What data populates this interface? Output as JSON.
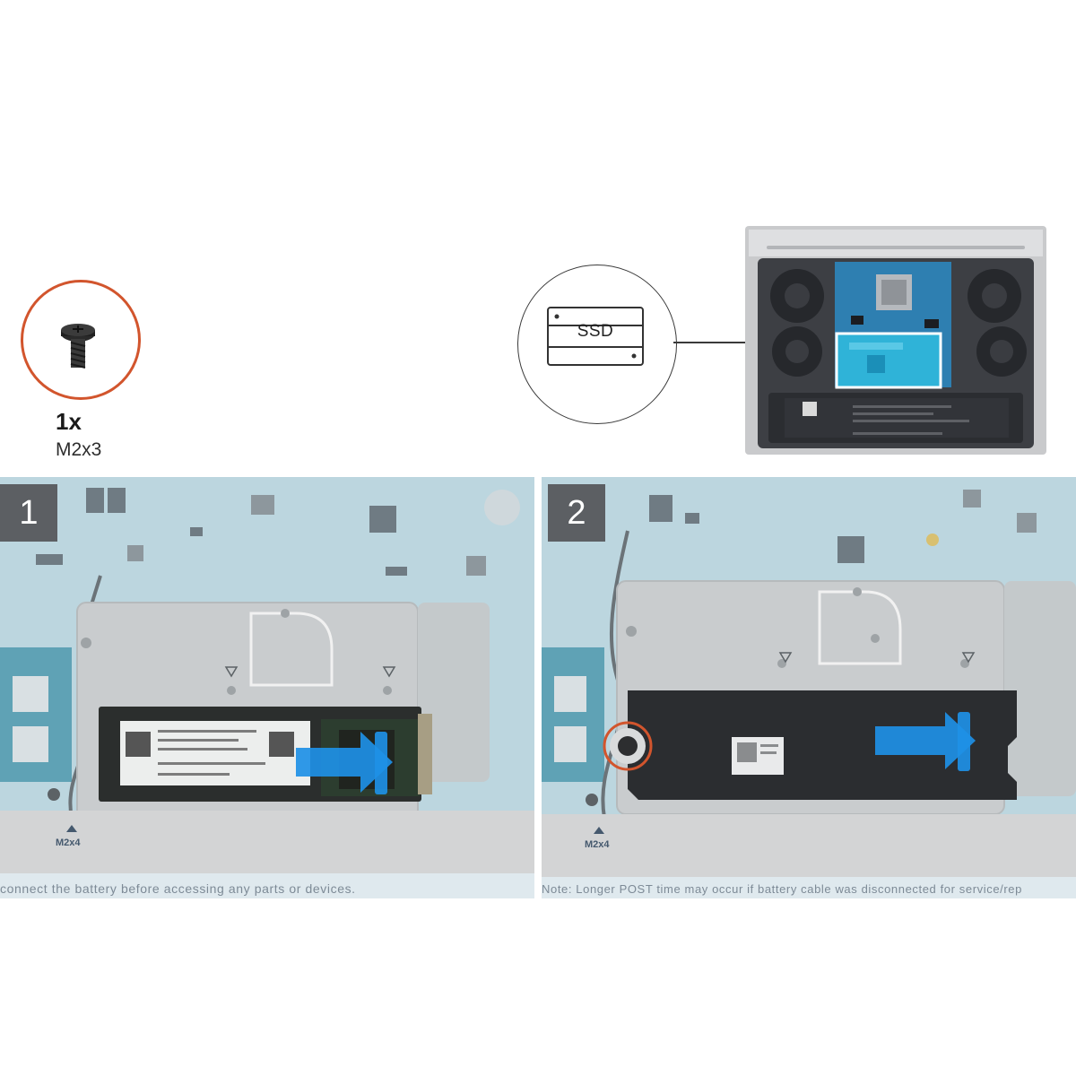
{
  "screw_legend": {
    "count": "1x",
    "size": "M2x3",
    "ring_color": "#d2552d",
    "icon": "screw-icon"
  },
  "overview": {
    "callout_label": "SSD",
    "callout_icon": "ssd-drive-icon",
    "highlight_color": "#2fb3d8"
  },
  "steps": [
    {
      "number": "1",
      "screw_label": "M2x4",
      "note": "connect the battery before accessing any parts or devices.",
      "arrow_color": "#1e90e6"
    },
    {
      "number": "2",
      "screw_label": "M2x4",
      "note": "Note: Longer POST time may occur if battery cable was disconnected for service/rep",
      "arrow_color": "#1e90e6",
      "screw_ring_color": "#d2552d"
    }
  ]
}
